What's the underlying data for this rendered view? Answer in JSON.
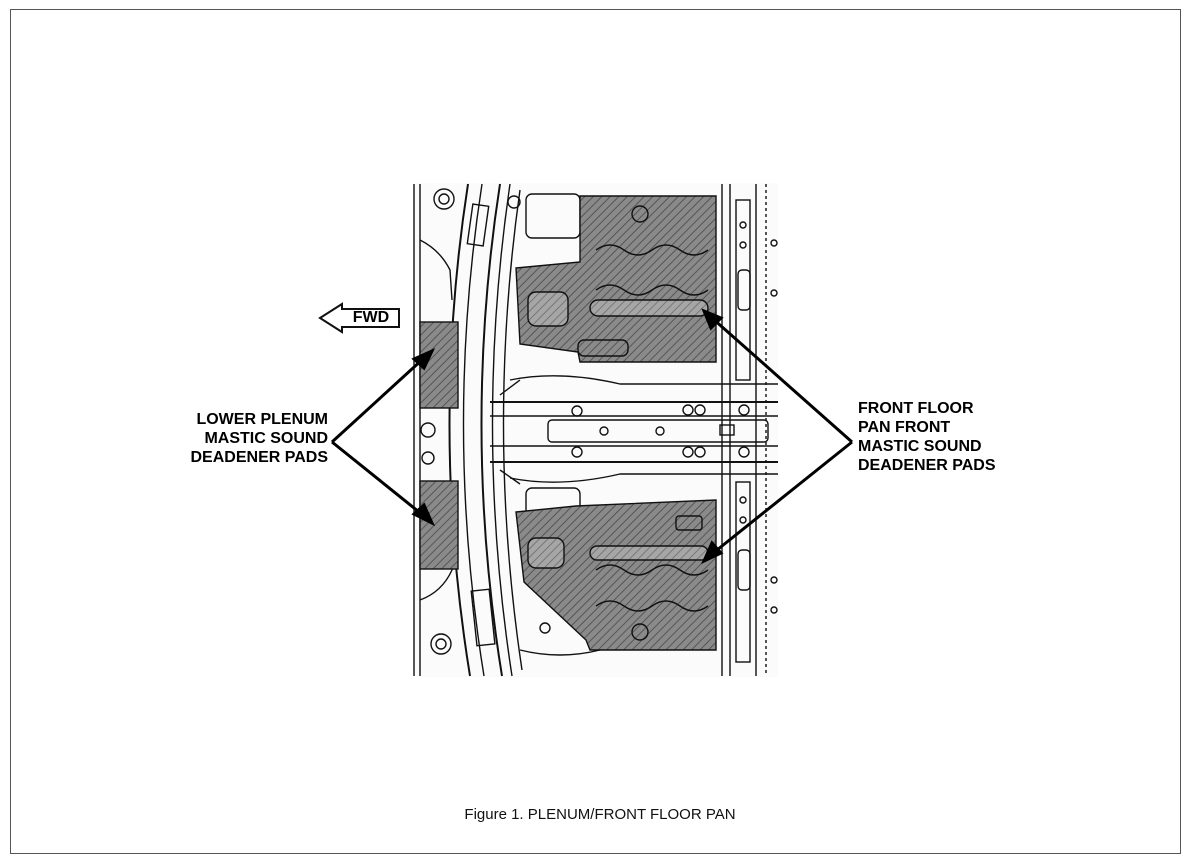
{
  "diagram": {
    "fwd_label": "FWD",
    "left_callout": "LOWER PLENUM\nMASTIC SOUND\nDEADENER PADS",
    "right_callout": "FRONT FLOOR\nPAN FRONT\nMASTIC SOUND\nDEADENER PADS",
    "caption": "Figure 1.  PLENUM/FRONT FLOOR PAN",
    "direction_icon": "left-arrow-icon"
  }
}
